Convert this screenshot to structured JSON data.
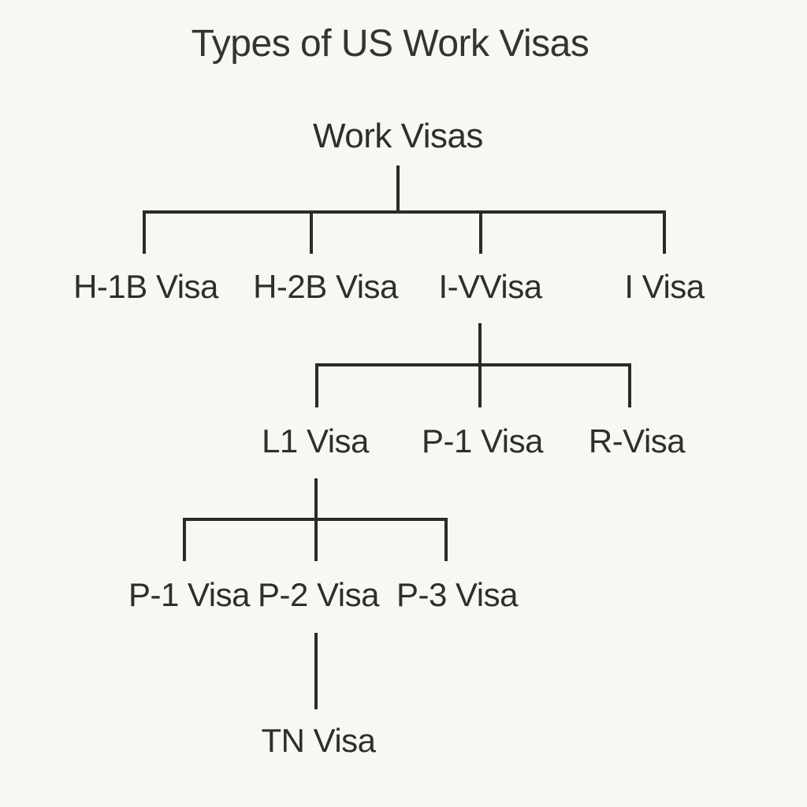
{
  "title": "Types of US Work Visas",
  "tree": {
    "root": "Work Visas",
    "level1": [
      "H-1B Visa",
      "H-2B Visa",
      "I-VVisa",
      "I Visa"
    ],
    "level2": [
      "L1 Visa",
      "P-1 Visa",
      "R-Visa"
    ],
    "level3": [
      "P-1 Visa",
      "P-2 Visa",
      "P-3 Visa"
    ],
    "level4": [
      "TN Visa"
    ]
  },
  "colors": {
    "background": "#f9f7f1",
    "line": "#2a2a28",
    "text": "#2e2e2c"
  }
}
